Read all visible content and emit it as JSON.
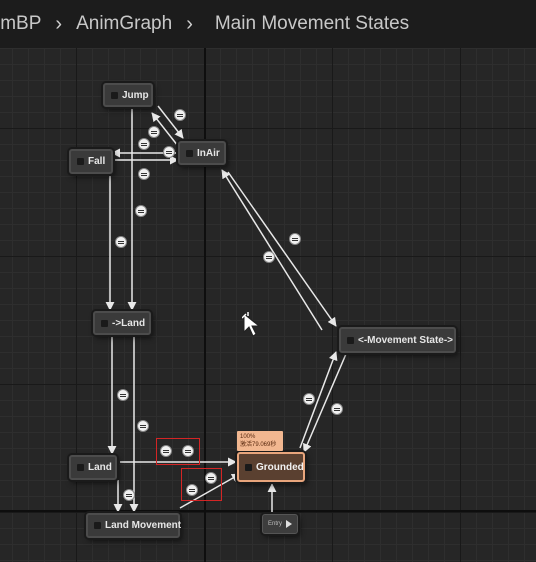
{
  "breadcrumb": {
    "items": [
      "imBP",
      "AnimGraph",
      "Main Movement States"
    ],
    "separator": "›"
  },
  "nodes": {
    "jump": "Jump",
    "fall": "Fall",
    "in_air": "InAir",
    "to_land": "->Land",
    "movement_state": "<-Movement State->",
    "land": "Land",
    "grounded": "Grounded",
    "land_movement": "Land Movement",
    "entry": "Entry"
  },
  "grounded_badge": {
    "line1": "100%",
    "line2": "激活79.069秒"
  },
  "colors": {
    "background": "#262626",
    "wire": "#e8e8e8",
    "grounded_border": "#e8a57c",
    "highlight": "#d42525"
  },
  "icons": {
    "transition": "transition-rule-icon",
    "play": "play-icon",
    "cursor": "move-cursor-icon"
  }
}
